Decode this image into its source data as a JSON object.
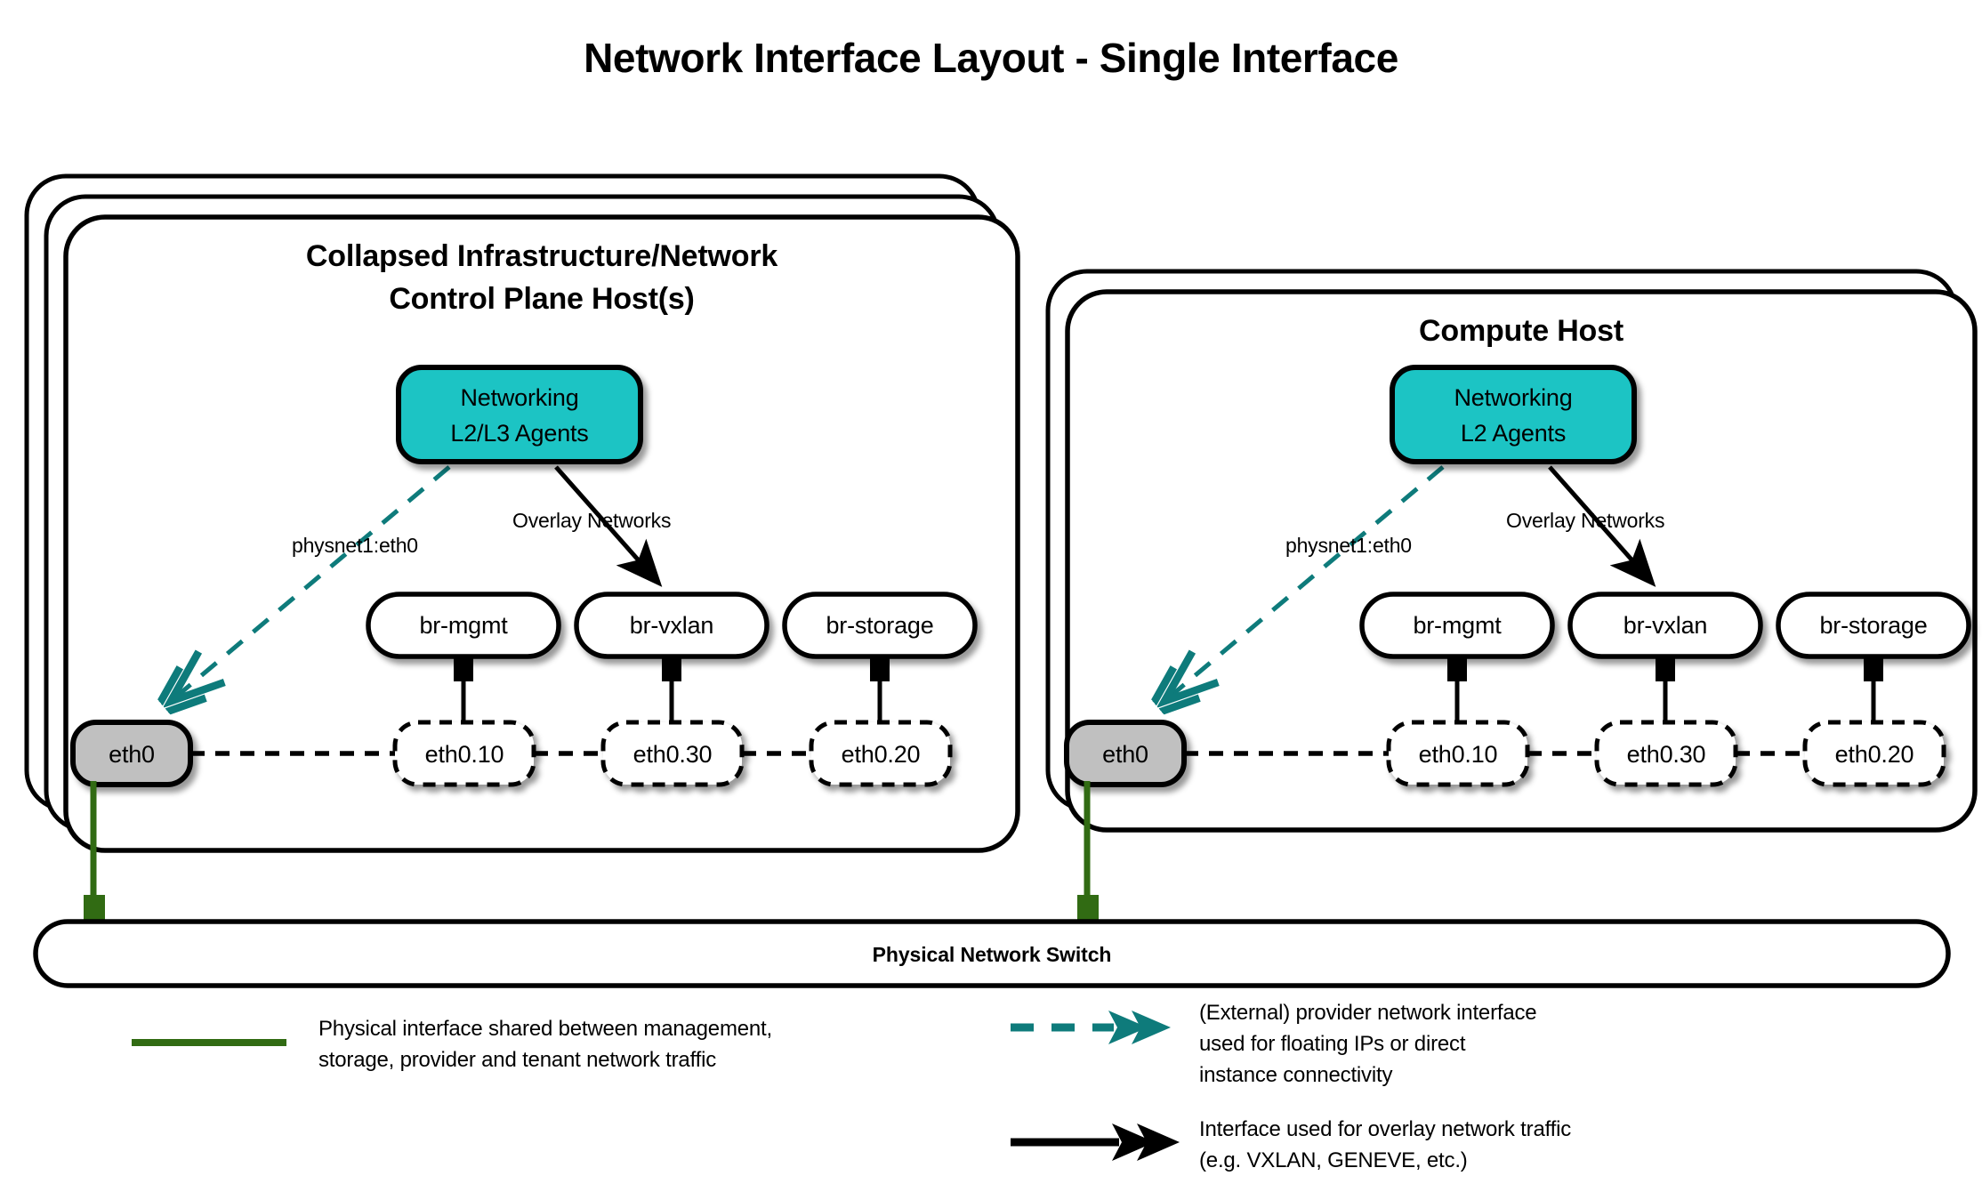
{
  "title": "Network Interface Layout - Single Interface",
  "colors": {
    "agent_fill": "#1ec4c4",
    "nic_fill": "#c0c0c0",
    "provider_line": "#0e7b7b",
    "physical_line": "#316b13",
    "stroke": "#000000",
    "background": "#ffffff"
  },
  "hosts": [
    {
      "id": "control-plane",
      "title_line1": "Collapsed Infrastructure/Network",
      "title_line2": "Control Plane Host(s)",
      "stack_count": 3,
      "agent": {
        "line1": "Networking",
        "line2": "L2/L3 Agents"
      },
      "edge_labels": {
        "provider": "physnet1:eth0",
        "overlay": "Overlay Networks"
      },
      "nic": "eth0",
      "bridges": [
        {
          "bridge": "br-mgmt",
          "vlan": "eth0.10"
        },
        {
          "bridge": "br-vxlan",
          "vlan": "eth0.30"
        },
        {
          "bridge": "br-storage",
          "vlan": "eth0.20"
        }
      ]
    },
    {
      "id": "compute",
      "title_line1": "Compute Host",
      "title_line2": "",
      "stack_count": 2,
      "agent": {
        "line1": "Networking",
        "line2": "L2 Agents"
      },
      "edge_labels": {
        "provider": "physnet1:eth0",
        "overlay": "Overlay Networks"
      },
      "nic": "eth0",
      "bridges": [
        {
          "bridge": "br-mgmt",
          "vlan": "eth0.10"
        },
        {
          "bridge": "br-vxlan",
          "vlan": "eth0.30"
        },
        {
          "bridge": "br-storage",
          "vlan": "eth0.20"
        }
      ]
    }
  ],
  "switch": {
    "label": "Physical Network Switch"
  },
  "legend": [
    {
      "id": "physical-interface",
      "swatch": "solid-green-line",
      "line1": "Physical interface shared between management,",
      "line2": "storage, provider and tenant network traffic",
      "line3": ""
    },
    {
      "id": "provider-interface",
      "swatch": "dashed-teal-double-arrow",
      "line1": "(External) provider network interface",
      "line2": "used for floating IPs or direct",
      "line3": "instance connectivity"
    },
    {
      "id": "overlay-interface",
      "swatch": "solid-black-arrow",
      "line1": "Interface used for overlay network traffic",
      "line2": "(e.g. VXLAN, GENEVE, etc.)",
      "line3": ""
    }
  ]
}
